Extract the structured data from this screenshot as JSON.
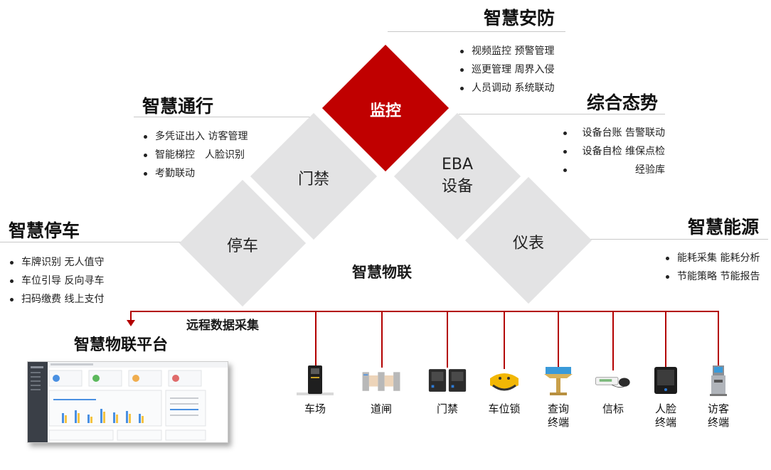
{
  "center_label": "智慧物联",
  "platform_title": "智慧物联平台",
  "remote_label": "远程数据采集",
  "sections": {
    "security": {
      "title": "智慧安防",
      "items": [
        "视频监控 预警管理",
        "巡更管理 周界入侵",
        "人员调动 系统联动"
      ]
    },
    "traffic": {
      "title": "智慧通行",
      "items": [
        "多凭证出入 访客管理",
        "智能梯控　人脸识别",
        "考勤联动"
      ]
    },
    "situation": {
      "title": "综合态势",
      "items": [
        "设备台账 告警联动",
        "设备自检 维保点检",
        "经验库"
      ]
    },
    "parking": {
      "title": "智慧停车",
      "items": [
        "车牌识别 无人值守",
        "车位引导 反向寻车",
        "扫码缴费 线上支付"
      ]
    },
    "energy": {
      "title": "智慧能源",
      "items": [
        "能耗采集 能耗分析",
        "节能策略 节能报告"
      ]
    }
  },
  "diamonds": {
    "monitor": "监控",
    "access": "门禁",
    "eba_line1": "EBA",
    "eba_line2": "设备",
    "parking": "停车",
    "meter": "仪表"
  },
  "devices": [
    {
      "label": "车场",
      "icon": "parking-terminal-icon"
    },
    {
      "label": "道闸",
      "icon": "turnstile-gate-icon"
    },
    {
      "label": "门禁",
      "icon": "access-control-panel-icon"
    },
    {
      "label": "车位锁",
      "icon": "parking-lock-icon"
    },
    {
      "label": "查询\n终端",
      "icon": "query-kiosk-icon"
    },
    {
      "label": "信标",
      "icon": "beacon-icon"
    },
    {
      "label": "人脸\n终端",
      "icon": "face-terminal-icon"
    },
    {
      "label": "访客\n终端",
      "icon": "visitor-kiosk-icon"
    }
  ],
  "colors": {
    "accent": "#c00000",
    "diamond_grey": "#e3e3e4",
    "line": "#b30000"
  }
}
